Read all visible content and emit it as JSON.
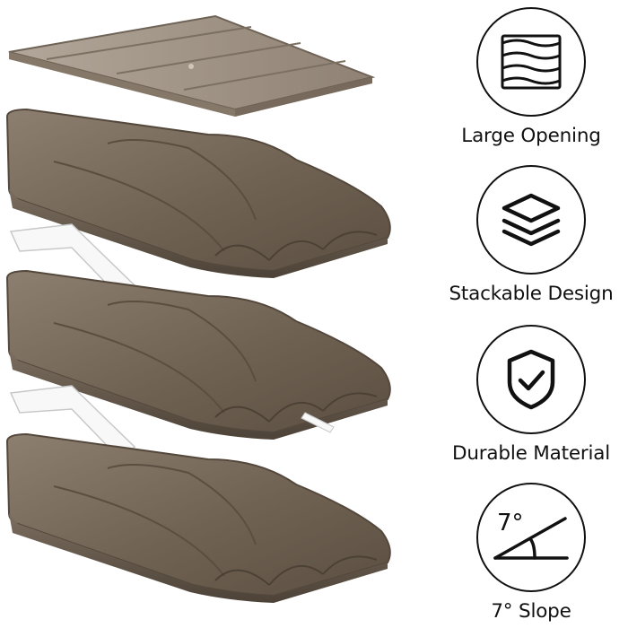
{
  "product": {
    "image": "stackable-tray-organizer-with-lid",
    "tray_color": "#7d6e5e",
    "lid_color": "#a09384",
    "handle_color": "#ffffff"
  },
  "features": [
    {
      "icon": "layers-open-icon",
      "label": "Large Opening"
    },
    {
      "icon": "stack-icon",
      "label": "Stackable Design"
    },
    {
      "icon": "shield-check-icon",
      "label": "Durable Material"
    },
    {
      "icon": "angle-icon",
      "label": "7° Slope",
      "angle_text": "7°"
    }
  ],
  "colors": {
    "icon_stroke": "#111111",
    "text": "#111111"
  }
}
